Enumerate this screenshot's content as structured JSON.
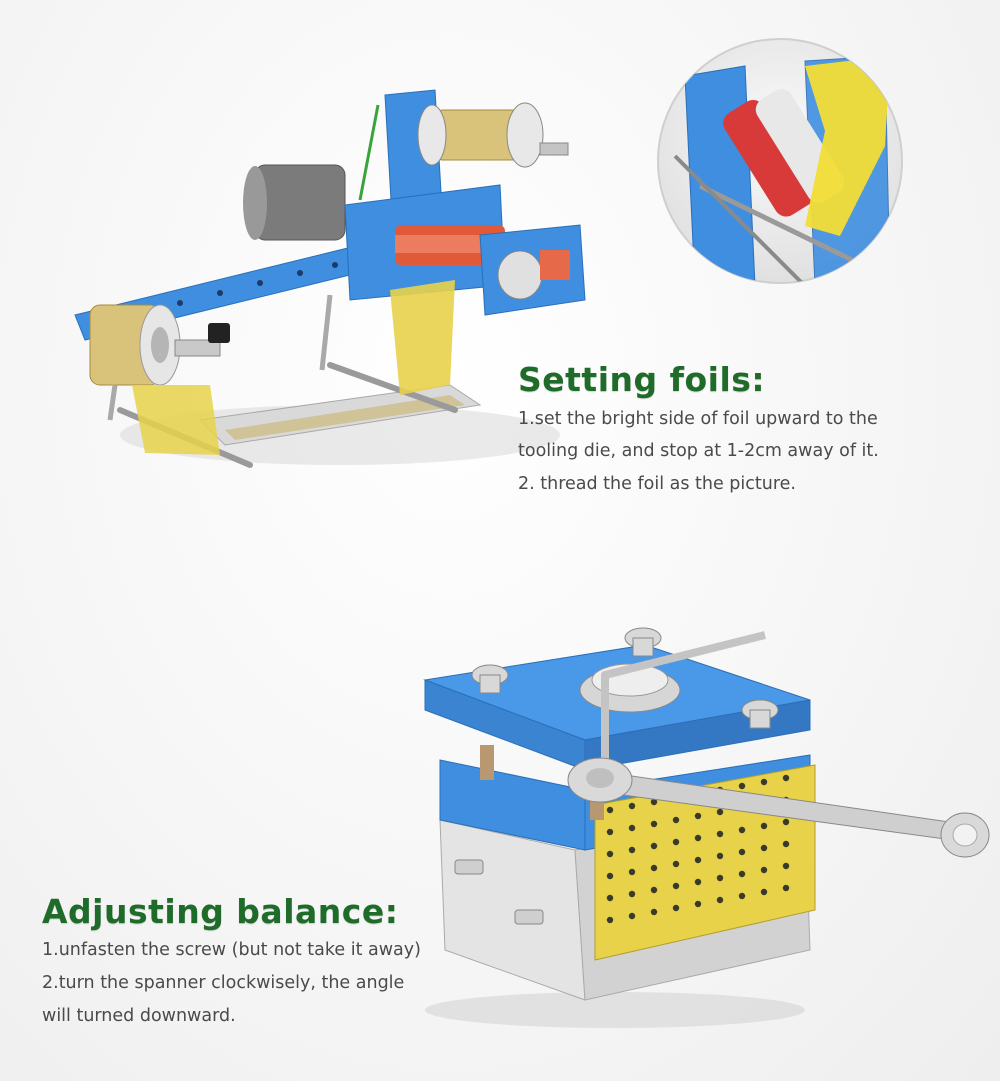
{
  "setting_foils": {
    "title": "Setting foils:",
    "lines": [
      "1.set the bright side of foil upward to the",
      "tooling die, and stop at 1-2cm away of it.",
      "2. thread the foil as the picture."
    ]
  },
  "adjusting_balance": {
    "title": "Adjusting balance:",
    "lines": [
      "1.unfasten the screw (but not take it away)",
      "2.turn the spanner clockwisely, the angle",
      "will turned downward."
    ]
  },
  "colors": {
    "heading": "#1f6b2a",
    "body_text": "#4a4a4a",
    "machine_blue": "#3f8ee0",
    "foil_gold": "#e8d24a"
  }
}
